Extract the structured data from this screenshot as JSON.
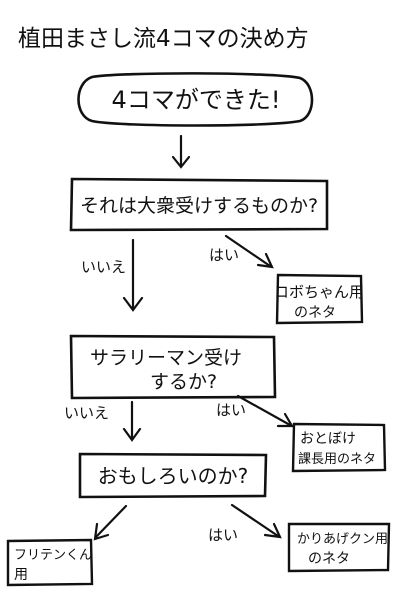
{
  "title": "植田まさし流4コマの決め方",
  "start": {
    "text": "4コマができた!"
  },
  "questions": [
    {
      "text": "それは大衆受けするものか?"
    },
    {
      "lines": [
        "サラリーマン受け",
        "するか?"
      ]
    },
    {
      "text": "おもしろいのか?"
    }
  ],
  "outcomes": [
    {
      "lines": [
        "コボちゃん用",
        "のネタ"
      ]
    },
    {
      "lines": [
        "おとぼけ",
        "課長用のネタ"
      ]
    },
    {
      "lines": [
        "かりあげクン用",
        "のネタ"
      ]
    },
    {
      "lines": [
        "フリテンくん",
        "用"
      ]
    }
  ],
  "edge_labels": {
    "yes": "はい",
    "no": "いいえ"
  },
  "colors": {
    "ink": "#111111",
    "paper": "#ffffff"
  }
}
